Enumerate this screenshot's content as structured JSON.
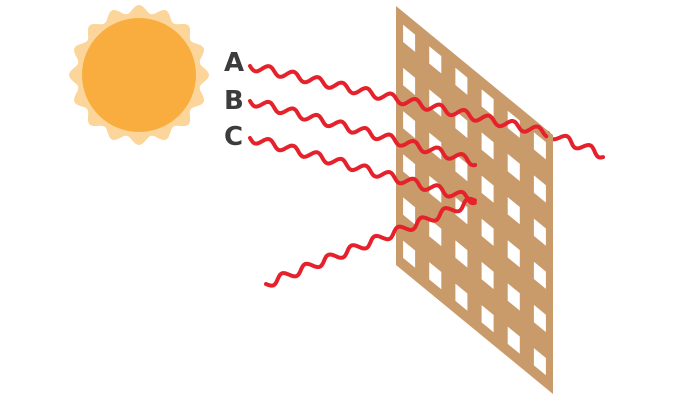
{
  "labels": {
    "a": "A",
    "b": "B",
    "c": "C"
  },
  "colors": {
    "sun_halo": "#fcd59a",
    "sun_core": "#f9ad3f",
    "screen": "#c99a6a",
    "wave": "#e5222b",
    "label_text": "#3c3c3c",
    "background": "#ffffff"
  },
  "icons": {
    "sun": "sun-icon",
    "screen": "perforated-screen"
  }
}
